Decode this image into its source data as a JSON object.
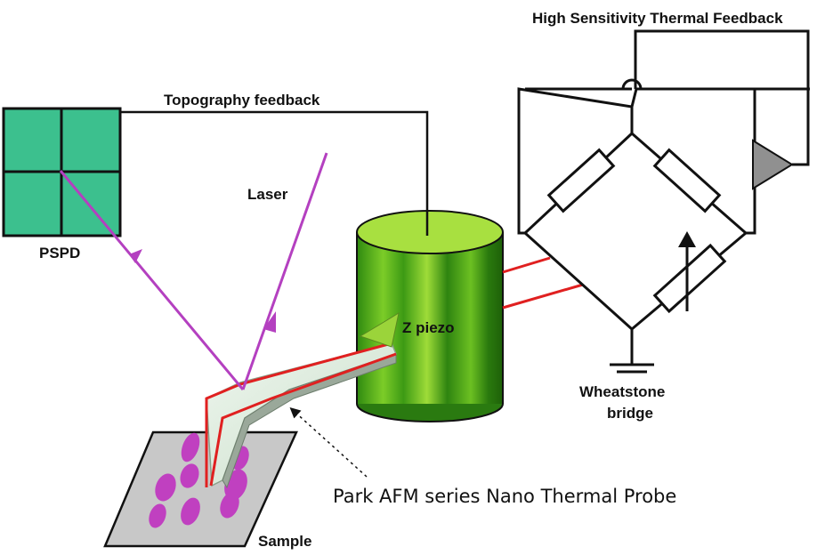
{
  "labels": {
    "thermal_feedback": "High Sensitivity Thermal Feedback",
    "topography_feedback": "Topography feedback",
    "pspd": "PSPD",
    "laser": "Laser",
    "z_piezo": "Z piezo",
    "wheatstone_line1": "Wheatstone",
    "wheatstone_line2": "bridge",
    "probe_caption": "Park AFM series Nano Thermal Probe",
    "sample": "Sample"
  },
  "colors": {
    "pspd_fill": "#3cc08e",
    "laser": "#b440c0",
    "probe_wire": "#e02020",
    "cylinder_light": "#a8e040",
    "cylinder_dark": "#2a7a10",
    "sample_fill": "#c8c8c8",
    "sample_spots": "#c040c0",
    "amplifier": "#909090",
    "lines": "#111111"
  }
}
